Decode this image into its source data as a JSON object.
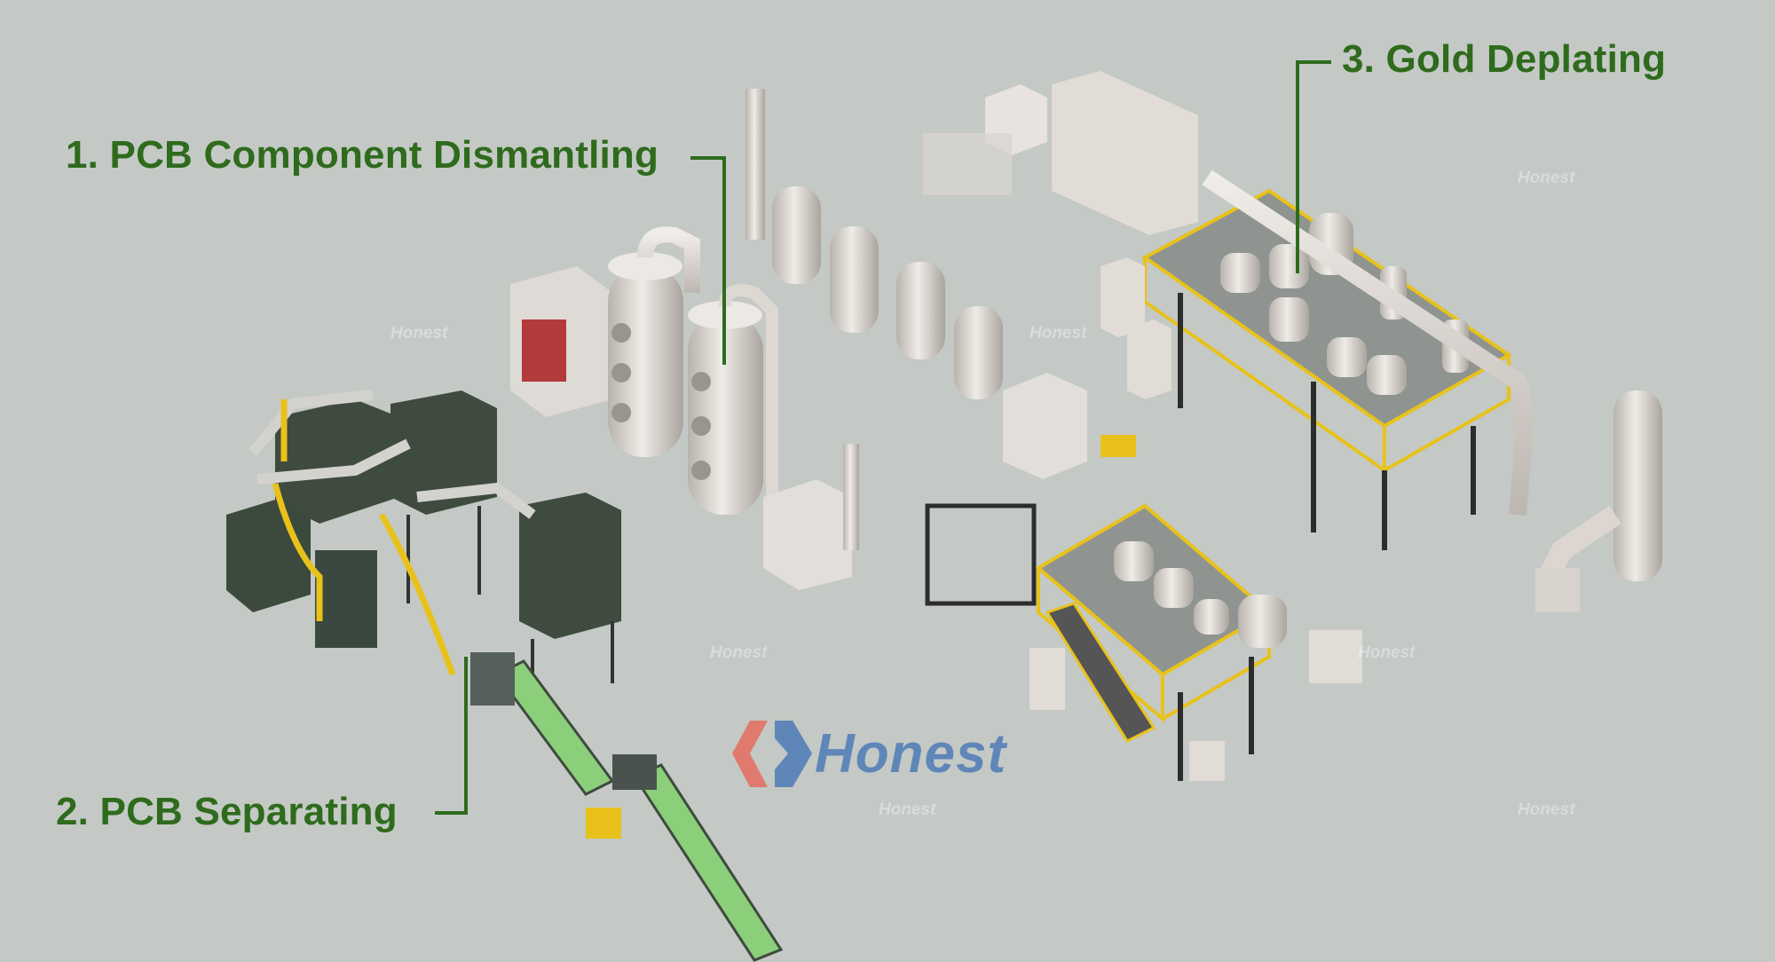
{
  "labels": {
    "step1": "1. PCB Component Dismantling",
    "step2": "2. PCB Separating",
    "step3": "3. Gold Deplating"
  },
  "logo": {
    "text": "Honest",
    "colors": {
      "red": "#e07a6e",
      "blue": "#5f86b8"
    }
  },
  "colors": {
    "label_green": "#2e6b1c",
    "background": "#c4c9c6",
    "railing_yellow": "#e8c21a",
    "machine_green": "#3b4a3c",
    "conveyor_green": "#8ccf7a"
  }
}
